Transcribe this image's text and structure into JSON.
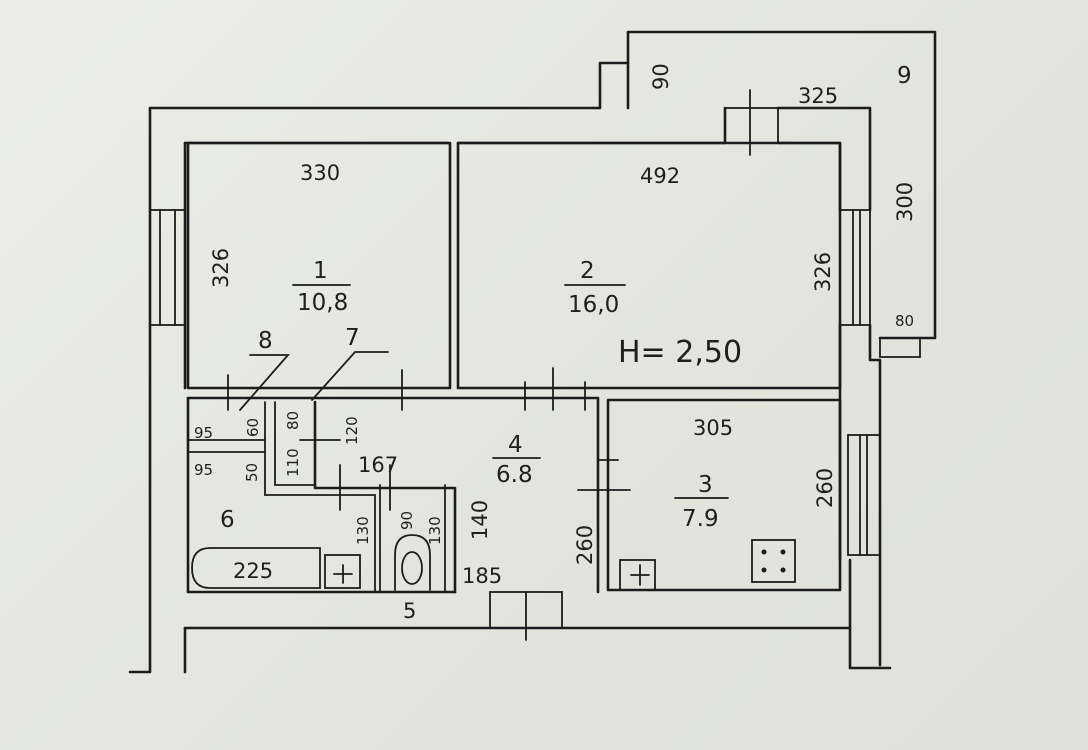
{
  "rooms": [
    {
      "number": "1",
      "area": "10,8",
      "width": "330",
      "height": "326"
    },
    {
      "number": "2",
      "area": "16,0",
      "width": "492",
      "height": "326"
    },
    {
      "number": "3",
      "area": "7.9",
      "width": "305",
      "height": "260"
    },
    {
      "number": "4",
      "area": "6.8",
      "width": "167",
      "height": "140",
      "extra": "185",
      "extra2": "260"
    },
    {
      "number": "5"
    },
    {
      "number": "6",
      "bath": "225"
    },
    {
      "number": "7"
    },
    {
      "number": "8"
    }
  ],
  "ceiling_height": "H= 2,50",
  "balcony": {
    "number": "9",
    "length": "325",
    "depth": "90",
    "side": "300",
    "corner": "80"
  },
  "small_dims": {
    "d95a": "95",
    "d60": "60",
    "d95b": "95",
    "d50": "50",
    "d80": "80",
    "d110": "110",
    "d120": "120",
    "d130a": "130",
    "d90": "90",
    "d130b": "130"
  }
}
